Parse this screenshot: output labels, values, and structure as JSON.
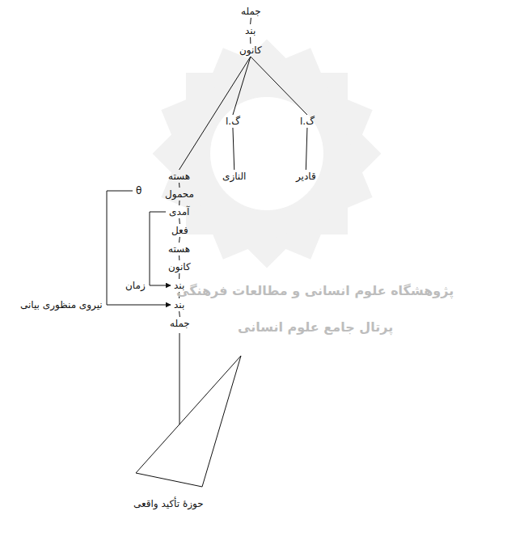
{
  "diagram": {
    "nodes": [
      {
        "text": [
          "جمله"
        ]
      },
      {
        "text": [
          "بند"
        ]
      },
      {
        "text": [
          "کانون"
        ]
      },
      {
        "text": [
          "هسته"
        ]
      },
      {
        "text": [
          "گ.ا"
        ]
      },
      {
        "text": [
          "گ.ا"
        ]
      },
      {
        "text": [
          "النازی"
        ]
      },
      {
        "text": [
          "قادیر"
        ]
      },
      {
        "text": [
          "محمول"
        ]
      },
      {
        "text": [
          "آمدی"
        ]
      },
      {
        "text": [
          "فعل"
        ]
      },
      {
        "text": [
          "هسته"
        ]
      },
      {
        "text": [
          "کانون"
        ]
      },
      {
        "text": [
          "بند"
        ]
      },
      {
        "text": [
          "بند"
        ]
      },
      {
        "text": [
          "جمله"
        ]
      },
      {
        "text": [
          "θ"
        ]
      }
    ],
    "edges": [
      {
        "from": 0,
        "to": 1,
        "arrow": "none"
      },
      {
        "from": 1,
        "to": 2,
        "arrow": "none"
      },
      {
        "from": 2,
        "to": 3,
        "arrow": "none"
      },
      {
        "from": 2,
        "to": 4,
        "arrow": "none"
      },
      {
        "from": 2,
        "to": 5,
        "arrow": "none"
      },
      {
        "from": 4,
        "to": 6,
        "arrow": "none"
      },
      {
        "from": 5,
        "to": 7,
        "arrow": "none"
      },
      {
        "from": 3,
        "to": 8,
        "arrow": "none"
      },
      {
        "from": 8,
        "to": 9,
        "arrow": "none"
      },
      {
        "from": 9,
        "to": 10,
        "arrow": "none"
      },
      {
        "from": 10,
        "to": 11,
        "arrow": "none"
      },
      {
        "from": 11,
        "to": 12,
        "arrow": "none"
      },
      {
        "from": 12,
        "to": 13,
        "arrow": "none"
      },
      {
        "from": 13,
        "to": 14,
        "arrow": "none"
      },
      {
        "from": 14,
        "to": 15,
        "arrow": "none"
      },
      {
        "from": 9,
        "to": 13,
        "arrow": "to",
        "label": "زمان"
      },
      {
        "from": 16,
        "to": 14,
        "arrow": "to",
        "label": "نیروی منظوری بیانی"
      }
    ],
    "labels": [
      "حوزهٔ تأکید واقعی",
      "پژوهشگاه علوم انسانی و مطالعات فرهنگی",
      "پرتال جامع علوم انسانی"
    ]
  }
}
